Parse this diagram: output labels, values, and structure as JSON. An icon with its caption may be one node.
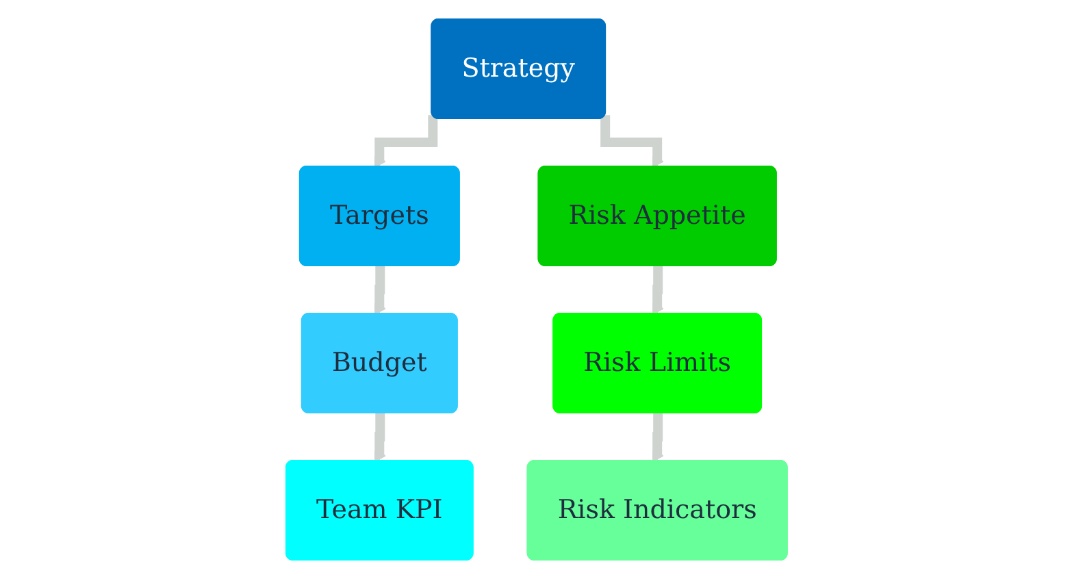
{
  "diagram": {
    "nodes": [
      {
        "text": [
          "Strategy"
        ]
      },
      {
        "text": [
          "Targets"
        ]
      },
      {
        "text": [
          "Budget"
        ]
      },
      {
        "text": [
          "Team KPI"
        ]
      },
      {
        "text": [
          "Risk Appetite"
        ]
      },
      {
        "text": [
          "Risk Limits"
        ]
      },
      {
        "text": [
          "Risk Indicators"
        ]
      }
    ],
    "edges": [
      {
        "from": 0,
        "to": 1,
        "arrow": "to"
      },
      {
        "from": 1,
        "to": 2,
        "arrow": "to"
      },
      {
        "from": 2,
        "to": 3,
        "arrow": "to"
      },
      {
        "from": 0,
        "to": 4,
        "arrow": "to"
      },
      {
        "from": 4,
        "to": 5,
        "arrow": "to"
      },
      {
        "from": 5,
        "to": 6,
        "arrow": "to"
      }
    ]
  }
}
